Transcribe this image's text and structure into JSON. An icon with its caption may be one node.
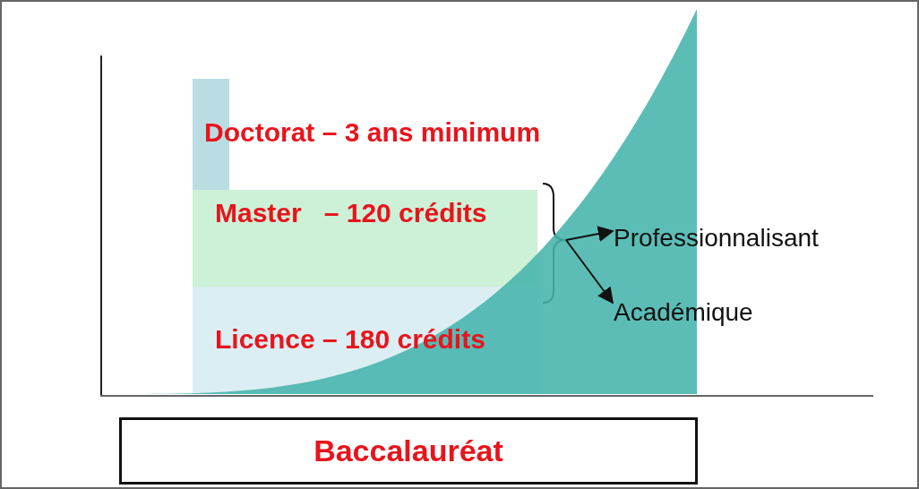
{
  "diagram": {
    "nodes": [
      {
        "text": [
          "Doctorat – 3 ans minimum"
        ]
      },
      {
        "text": [
          "Master   – 120 crédits"
        ]
      },
      {
        "text": [
          "Licence – 180 crédits"
        ]
      },
      {
        "text": [],
        "shape": "brace"
      },
      {
        "text": [
          "Professionnalisant"
        ]
      },
      {
        "text": [
          "Académique"
        ]
      },
      {
        "text": [
          "Baccalauréat"
        ]
      }
    ],
    "edges": [
      {
        "from": 3,
        "to": 4,
        "arrow": "to"
      },
      {
        "from": 3,
        "to": 5,
        "arrow": "to"
      }
    ]
  }
}
